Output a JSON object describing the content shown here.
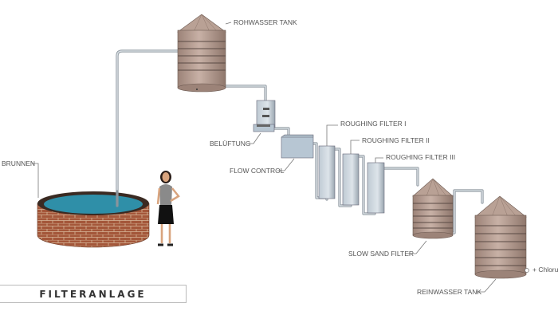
{
  "title": "FILTERANLAGE",
  "labels": {
    "rohwasser_tank": "ROHWASSER TANK",
    "brunnen": "BRUNNEN",
    "belueftung": "BELÜFTUNG",
    "flow_control": "FLOW CONTROL",
    "roughing_1": "ROUGHING FILTER  I",
    "roughing_2": "ROUGHING FILTER  II",
    "roughing_3": "ROUGHING FILTER III",
    "slow_sand": "SLOW SAND FILTER",
    "reinwasser_tank": "REINWASSER TANK",
    "chlorung": "+ Chlorung"
  },
  "colors": {
    "tank": "#b39a8e",
    "water": "#2f8fa8",
    "brick": "#a0583a",
    "filter": "#c9d3dc",
    "pipe": "#8a949c"
  }
}
